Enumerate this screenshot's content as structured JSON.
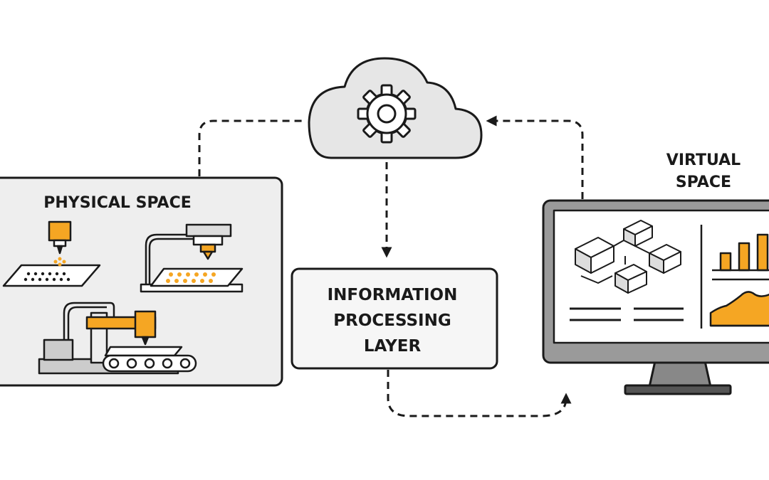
{
  "physical_space": {
    "title": "PHYSICAL SPACE"
  },
  "processing_layer": {
    "line1": "INFORMATION",
    "line2": "PROCESSING",
    "line3": "LAYER"
  },
  "virtual_space": {
    "line1": "VIRTUAL",
    "line2": "SPACE"
  },
  "cloud": {
    "icon": "gear-icon"
  },
  "colors": {
    "accent": "#F5A623",
    "stroke": "#1a1a1a",
    "panel": "#eeeeee",
    "cloud_fill": "#e6e6e6"
  }
}
